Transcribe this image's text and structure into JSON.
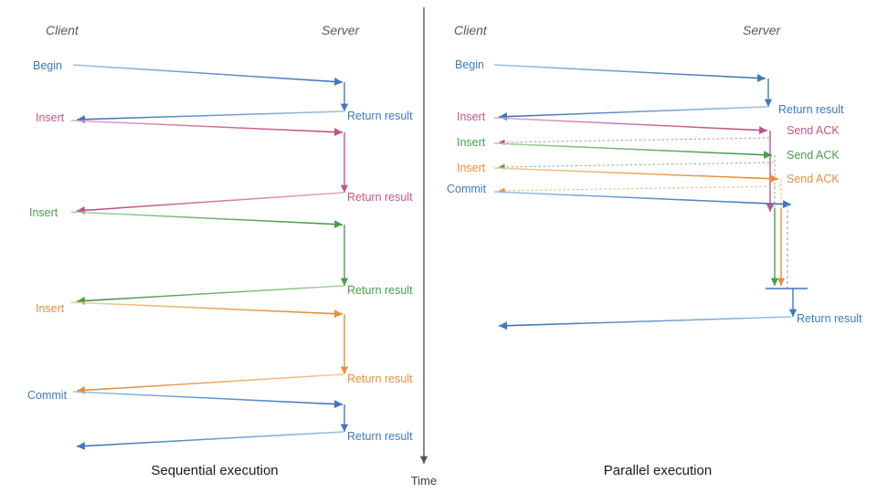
{
  "figure": {
    "type": "sequence-diagram",
    "panels": [
      {
        "id": "sequential",
        "caption": "Sequential execution",
        "actors": {
          "left": "Client",
          "right": "Server"
        },
        "messages": [
          {
            "label": "Begin",
            "side": "client",
            "color": "#3d79c2"
          },
          {
            "label": "Return result",
            "side": "server",
            "color": "#3d79c2"
          },
          {
            "label": "Insert",
            "side": "client",
            "color": "#c2558a"
          },
          {
            "label": "Return result",
            "side": "server",
            "color": "#c2558a"
          },
          {
            "label": "Insert",
            "side": "client",
            "color": "#4a9e4a"
          },
          {
            "label": "Return result",
            "side": "server",
            "color": "#4a9e4a"
          },
          {
            "label": "Insert",
            "side": "client",
            "color": "#e8903a"
          },
          {
            "label": "Return result",
            "side": "server",
            "color": "#e8903a"
          },
          {
            "label": "Commit",
            "side": "client",
            "color": "#3d79c2"
          },
          {
            "label": "Return result",
            "side": "server",
            "color": "#3d79c2"
          }
        ]
      },
      {
        "id": "parallel",
        "caption": "Parallel execution",
        "actors": {
          "left": "Client",
          "right": "Server"
        },
        "messages": [
          {
            "label": "Begin",
            "side": "client",
            "color": "#3d79c2"
          },
          {
            "label": "Return result",
            "side": "server",
            "color": "#3d79c2"
          },
          {
            "label": "Insert",
            "side": "client",
            "color": "#c2558a"
          },
          {
            "label": "Send ACK",
            "side": "server",
            "color": "#c2558a"
          },
          {
            "label": "Insert",
            "side": "client",
            "color": "#4a9e4a"
          },
          {
            "label": "Send ACK",
            "side": "server",
            "color": "#4a9e4a"
          },
          {
            "label": "Insert",
            "side": "client",
            "color": "#e8903a"
          },
          {
            "label": "Send ACK",
            "side": "server",
            "color": "#e8903a"
          },
          {
            "label": "Commit",
            "side": "client",
            "color": "#3d79c2"
          },
          {
            "label": "Return result",
            "side": "server",
            "color": "#3d79c2"
          }
        ]
      }
    ],
    "time_axis": {
      "label": "Time"
    },
    "colors": {
      "blue": "#3d79c2",
      "blue_light": "#7aa8db",
      "pink": "#c2558a",
      "pink_light": "#d88fb4",
      "green": "#4a9e4a",
      "green_light": "#86c486",
      "orange": "#e8903a",
      "orange_light": "#f2b778",
      "gray": "#595959",
      "black": "#1a1a1a"
    }
  },
  "seq": {
    "actor_client": "Client",
    "actor_server": "Server",
    "caption": "Sequential execution",
    "m1_label": "Begin",
    "m1_ret": "Return result",
    "m2_label": "Insert",
    "m2_ret": "Return result",
    "m3_label": "Insert",
    "m3_ret": "Return result",
    "m4_label": "Insert",
    "m4_ret": "Return result",
    "m5_label": "Commit",
    "m5_ret": "Return result"
  },
  "par": {
    "actor_client": "Client",
    "actor_server": "Server",
    "caption": "Parallel execution",
    "m1_label": "Begin",
    "m1_ret": "Return result",
    "m2_label": "Insert",
    "m2_ack": "Send ACK",
    "m3_label": "Insert",
    "m3_ack": "Send ACK",
    "m4_label": "Insert",
    "m4_ack": "Send ACK",
    "m5_label": "Commit",
    "m5_ret": "Return result"
  },
  "axis": {
    "time_label": "Time"
  }
}
